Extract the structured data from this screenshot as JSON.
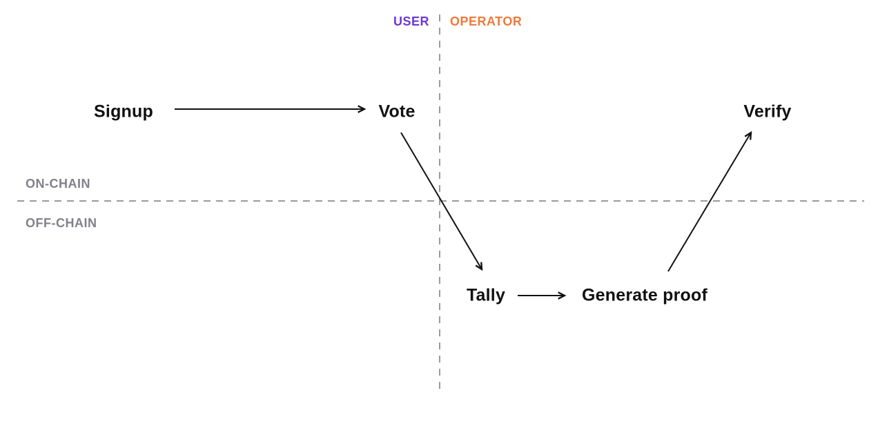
{
  "diagram": {
    "quadrants": {
      "top_left_label": "USER",
      "top_right_label": "OPERATOR",
      "upper_row_label": "ON-CHAIN",
      "lower_row_label": "OFF-CHAIN"
    },
    "nodes": [
      {
        "id": "signup",
        "label": "Signup",
        "region": "user / on-chain"
      },
      {
        "id": "vote",
        "label": "Vote",
        "region": "user / on-chain"
      },
      {
        "id": "tally",
        "label": "Tally",
        "region": "operator / off-chain"
      },
      {
        "id": "generate-proof",
        "label": "Generate proof",
        "region": "operator / off-chain"
      },
      {
        "id": "verify",
        "label": "Verify",
        "region": "operator / on-chain"
      }
    ],
    "edges": [
      {
        "from": "signup",
        "to": "vote"
      },
      {
        "from": "vote",
        "to": "tally"
      },
      {
        "from": "tally",
        "to": "generate-proof"
      },
      {
        "from": "generate-proof",
        "to": "verify"
      }
    ],
    "colors": {
      "user": "#6B3AD6",
      "operator": "#EE7A3A",
      "axis_label": "#81818B",
      "dashed_line": "#9A9A9A",
      "node_text": "#111111",
      "arrow": "#111111",
      "background": "#FFFFFF"
    }
  }
}
